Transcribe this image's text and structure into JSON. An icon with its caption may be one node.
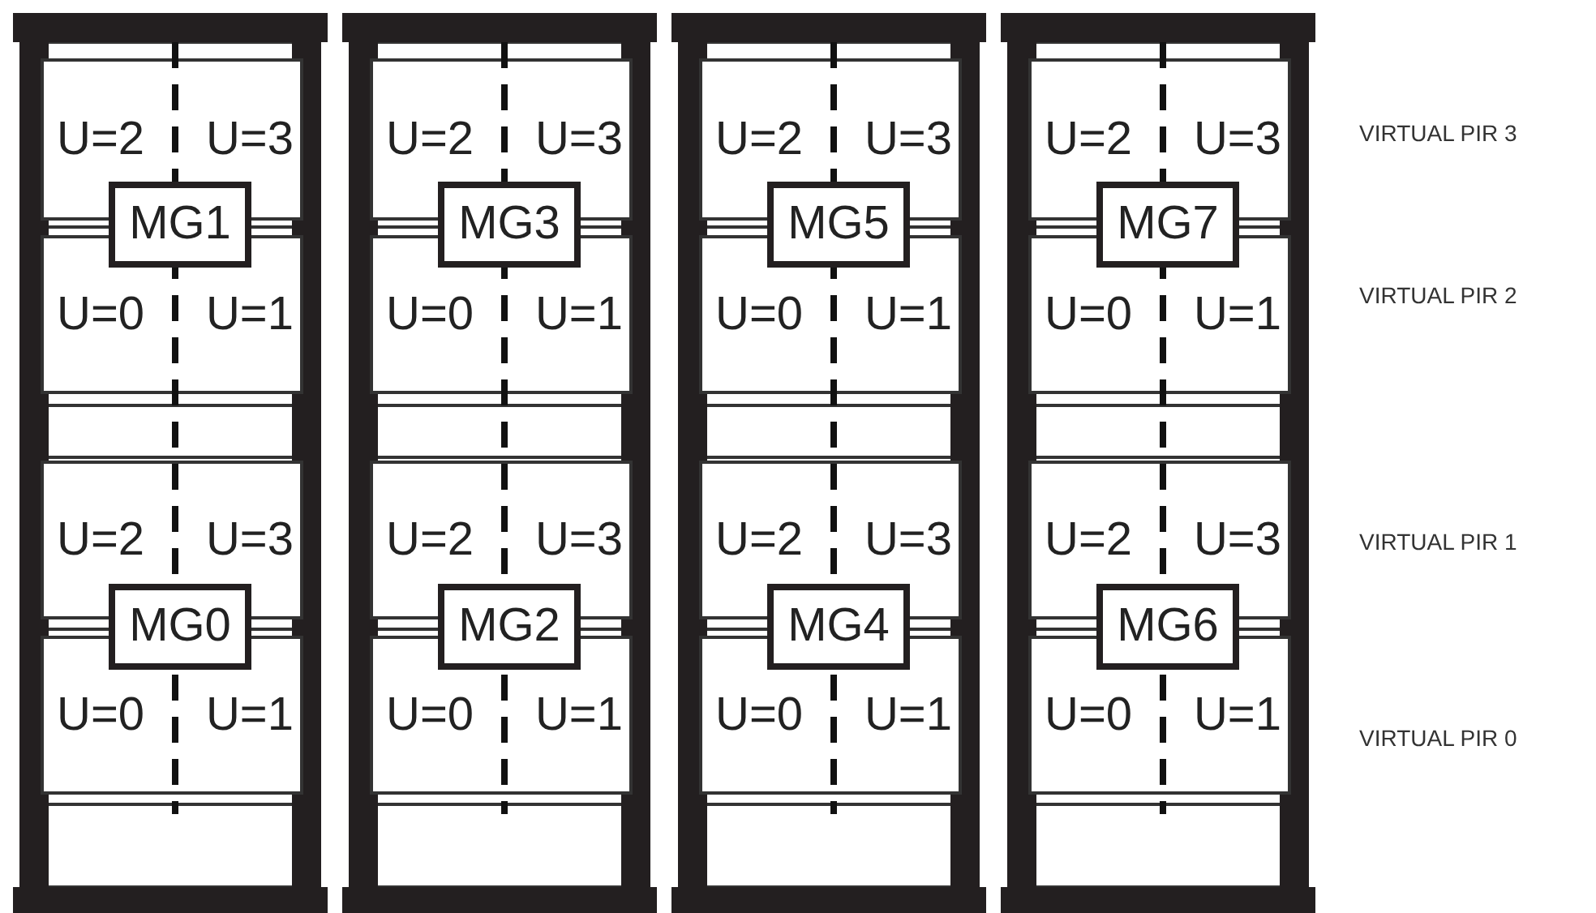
{
  "diagram": {
    "nodes": [
      {
        "text": [
          "U=2",
          "U=3"
        ]
      },
      {
        "text": [
          "U=2",
          "U=3"
        ]
      },
      {
        "text": [
          "U=2",
          "U=3"
        ]
      },
      {
        "text": [
          "U=2",
          "U=3"
        ]
      },
      {
        "text": [
          "MG1"
        ]
      },
      {
        "text": [
          "MG3"
        ]
      },
      {
        "text": [
          "MG5"
        ]
      },
      {
        "text": [
          "MG7"
        ]
      },
      {
        "text": [
          "U=0",
          "U=1"
        ]
      },
      {
        "text": [
          "U=0",
          "U=1"
        ]
      },
      {
        "text": [
          "U=0",
          "U=1"
        ]
      },
      {
        "text": [
          "U=0",
          "U=1"
        ]
      },
      {
        "text": [
          "U=2",
          "U=3"
        ]
      },
      {
        "text": [
          "U=2",
          "U=3"
        ]
      },
      {
        "text": [
          "U=2",
          "U=3"
        ]
      },
      {
        "text": [
          "U=2",
          "U=3"
        ]
      },
      {
        "text": [
          "MG0"
        ]
      },
      {
        "text": [
          "MG2"
        ]
      },
      {
        "text": [
          "MG4"
        ]
      },
      {
        "text": [
          "MG6"
        ]
      },
      {
        "text": [
          "U=0",
          "U=1"
        ]
      },
      {
        "text": [
          "U=0",
          "U=1"
        ]
      },
      {
        "text": [
          "U=0",
          "U=1"
        ]
      },
      {
        "text": [
          "U=0",
          "U=1"
        ]
      }
    ],
    "labels": [
      "VIRTUAL PIR 3",
      "VIRTUAL PIR 2",
      "VIRTUAL PIR 1",
      "VIRTUAL PIR 0"
    ]
  }
}
